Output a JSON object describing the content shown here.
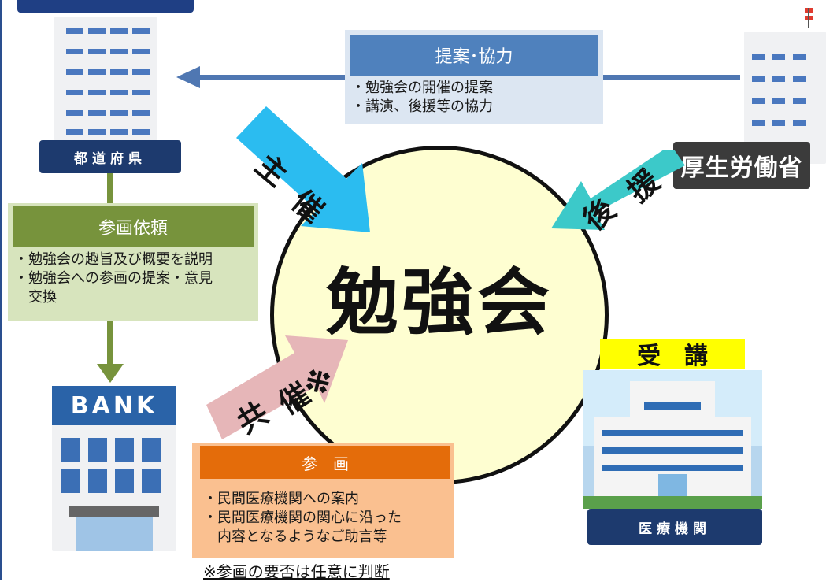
{
  "top_banner": "",
  "prefecture": {
    "label": "都道府県"
  },
  "ministry": {
    "label": "厚生労働省"
  },
  "bank": {
    "sign": "BANK"
  },
  "hospital": {
    "label": "医療機関"
  },
  "proposal_box": {
    "title": "提案･協力",
    "items": [
      "・勉強会の開催の提案",
      "・講演、後援等の協力"
    ]
  },
  "request_box": {
    "title": "参画依頼",
    "items": [
      "・勉強会の趣旨及び概要を説明",
      "・勉強会への参画の提案・意見",
      "　交換"
    ]
  },
  "participation_box": {
    "title": "参　画",
    "items": [
      "・民間医療機関への案内",
      "・民間医療機関の関心に沿った",
      "　内容となるようなご助言等"
    ]
  },
  "center": {
    "label": "勉強会"
  },
  "arrows": {
    "host": [
      "主",
      "催"
    ],
    "support": [
      "後",
      "援"
    ],
    "cohost": [
      "共",
      "催※"
    ]
  },
  "attend_badge": "受　講",
  "footnote": "※参画の要否は任意に判断",
  "colors": {
    "navy": "#1d3a6e",
    "proposal_title": "#4f81bd",
    "proposal_body": "#dce6f2",
    "request_title": "#77933c",
    "request_body": "#d7e4bd",
    "participation_title": "#e46c0a",
    "participation_body": "#fac090",
    "host_arrow": "#2bbcf0",
    "support_arrow": "#3cc9c9",
    "cohost_arrow": "#e6b6b8",
    "circle_fill": "#fefed1",
    "attend_badge": "#ffff00"
  }
}
